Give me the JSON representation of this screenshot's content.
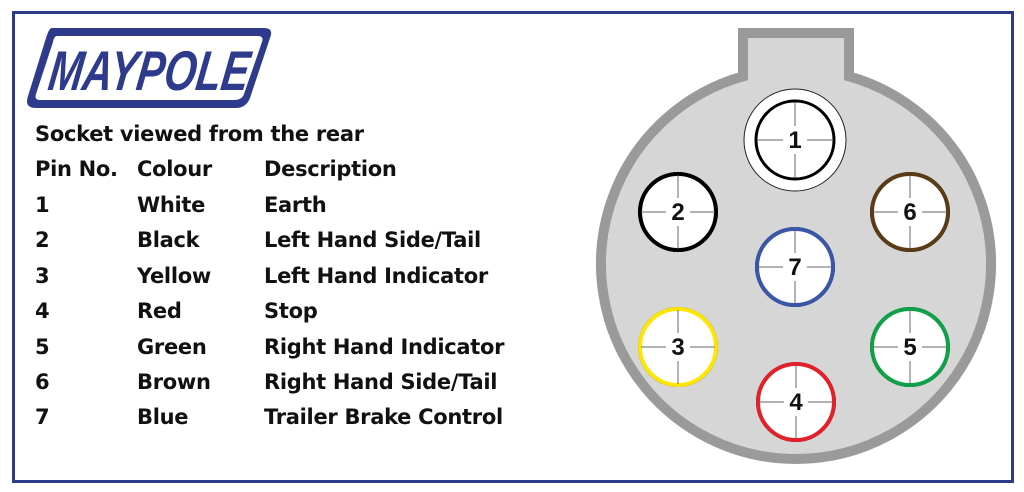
{
  "logo": {
    "text": "MAYPOLE",
    "color": "#2e3a8c"
  },
  "subtitle": "Socket viewed from the rear",
  "table": {
    "headers": [
      "Pin No.",
      "Colour",
      "Description"
    ],
    "rows": [
      {
        "pin": "1",
        "colour": "White",
        "description": "Earth",
        "hex": "#ffffff"
      },
      {
        "pin": "2",
        "colour": "Black",
        "description": "Left Hand Side/Tail",
        "hex": "#000000"
      },
      {
        "pin": "3",
        "colour": "Yellow",
        "description": "Left Hand Indicator",
        "hex": "#ffe600"
      },
      {
        "pin": "4",
        "colour": "Red",
        "description": "Stop",
        "hex": "#e3202a"
      },
      {
        "pin": "5",
        "colour": "Green",
        "description": "Right Hand Indicator",
        "hex": "#10a048"
      },
      {
        "pin": "6",
        "colour": "Brown",
        "description": "Right Hand Side/Tail",
        "hex": "#5a3a17"
      },
      {
        "pin": "7",
        "colour": "Blue",
        "description": "Trailer Brake Control",
        "hex": "#3a56a8"
      }
    ]
  },
  "socket": {
    "body_color": "#d6d6d6",
    "rim_color": "#9a9a9a"
  }
}
